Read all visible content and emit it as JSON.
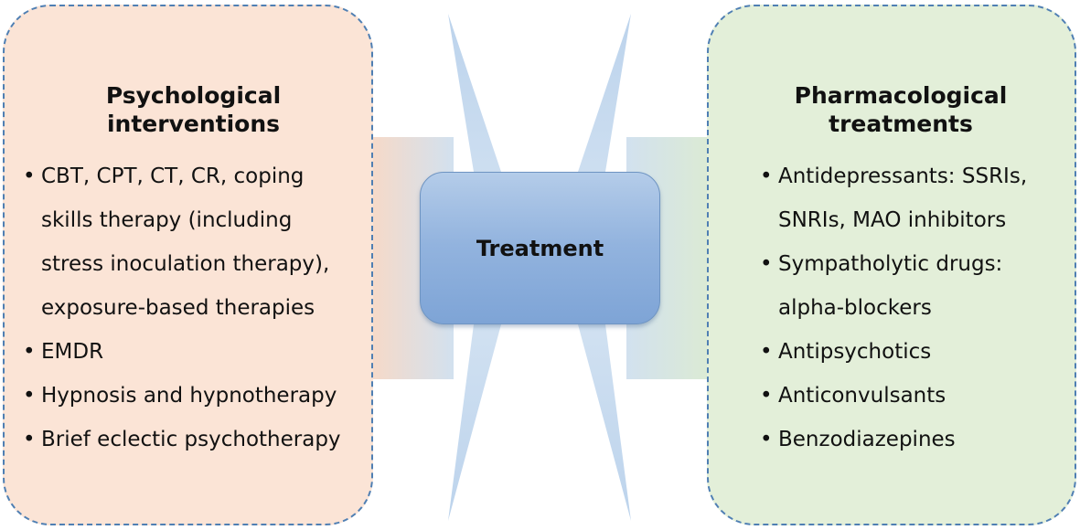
{
  "center": {
    "label": "Treatment",
    "fill_color": "#92b3de"
  },
  "left_panel": {
    "title_line1": "Psychological",
    "title_line2": "interventions",
    "fill_color": "#fbe4d6",
    "items": [
      "CBT, CPT, CT, CR, coping",
      "skills therapy (including",
      "stress inoculation therapy),",
      "exposure-based therapies",
      "EMDR",
      "Hypnosis and hypnotherapy",
      "Brief eclectic psychotherapy"
    ]
  },
  "right_panel": {
    "title_line1": "Pharmacological",
    "title_line2": "treatments",
    "fill_color": "#e3efd9",
    "items": [
      "Antidepressants: SSRIs,",
      "SNRIs, MAO inhibitors",
      "Sympatholytic drugs:",
      "alpha-blockers",
      "Antipsychotics",
      "Anticonvulsants",
      "Benzodiazepines"
    ]
  },
  "colors": {
    "border": "#4f7fb3",
    "connector": "#c6d8ec"
  }
}
